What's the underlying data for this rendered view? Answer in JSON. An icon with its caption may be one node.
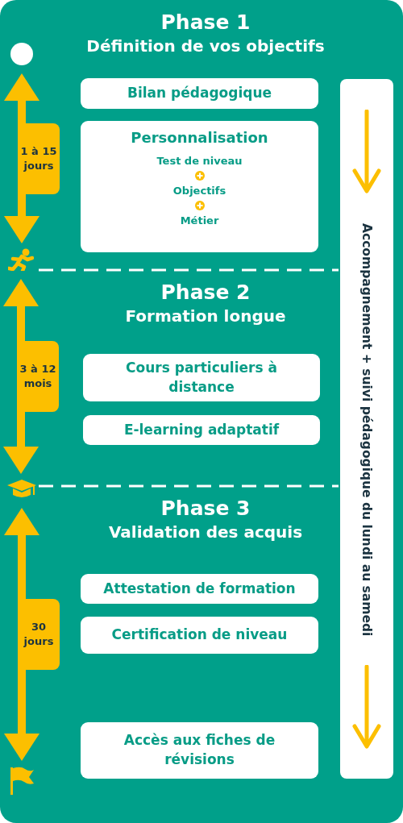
{
  "diagram": {
    "nodes": [
      {
        "text": [
          "Phase 1",
          "Définition de vos objectifs"
        ]
      },
      {
        "text": [
          "Bilan pédagogique"
        ],
        "in": 0
      },
      {
        "text": [
          "Personnalisation",
          "Test de niveau",
          "Objectifs",
          "Métier"
        ],
        "in": 0
      },
      {
        "text": [
          "Phase 2",
          "Formation longue"
        ]
      },
      {
        "text": [
          "Cours particuliers à distance"
        ],
        "in": 3
      },
      {
        "text": [
          "E-learning adaptatif"
        ],
        "in": 3
      },
      {
        "text": [
          "Phase 3",
          "Validation des acquis"
        ]
      },
      {
        "text": [
          "Attestation de formation"
        ],
        "in": 6
      },
      {
        "text": [
          "Certification de niveau"
        ],
        "in": 6
      },
      {
        "text": [
          "Accès aux fiches de révisions"
        ],
        "in": 6
      },
      {
        "text": [
          "Accompagnement + suivi pédagogique du lundi au samedi"
        ]
      },
      {
        "text": [],
        "shape": "circle"
      },
      {
        "text": [],
        "shape": "person"
      },
      {
        "text": [],
        "shape": "cap"
      },
      {
        "text": [],
        "shape": "flag"
      }
    ],
    "edges": [
      {
        "from": 11,
        "to": 12,
        "arrow": "both",
        "label": "1 à 15 jours"
      },
      {
        "from": 12,
        "to": 13,
        "arrow": "both",
        "label": "3 à 12 mois"
      },
      {
        "from": 13,
        "to": 14,
        "arrow": "both",
        "label": "30 jours"
      }
    ]
  }
}
